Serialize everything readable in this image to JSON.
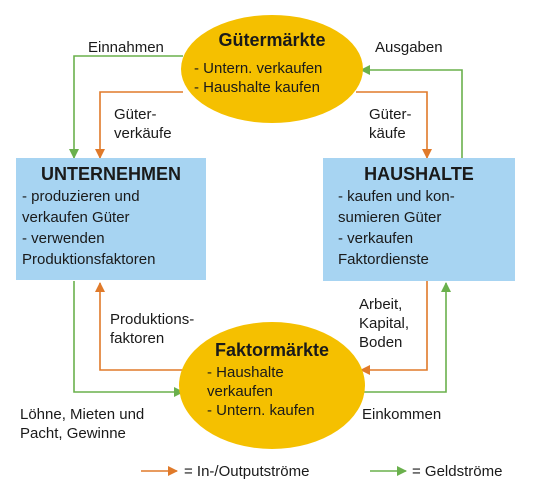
{
  "markets": {
    "goods": {
      "title": "Gütermärkte",
      "items": "- Untern. verkaufen\n- Haushalte kaufen"
    },
    "factor": {
      "title": "Faktormärkte",
      "items": "- Haushalte\n  verkaufen\n- Untern. kaufen"
    }
  },
  "actors": {
    "firms": {
      "title": "UNTERNEHMEN",
      "items": "- produzieren und\n  verkaufen Güter\n- verwenden\n  Produktionsfaktoren"
    },
    "households": {
      "title": "HAUSHALTE",
      "items": "- kaufen und kon-\n  sumieren Güter\n- verkaufen\n  Faktordienste"
    }
  },
  "flow_labels": {
    "revenue": "Einnahmen",
    "spending": "Ausgaben",
    "goods_sold": "Güter-\nverkäufe",
    "goods_bought": "Güter-\nkäufe",
    "factors_of_production": "Produktions-\nfaktoren",
    "labor_capital_land": "Arbeit,\nKapital,\nBoden",
    "wages_rents_profits": "Löhne, Mieten und\nPacht, Gewinne",
    "income": "Einkommen"
  },
  "legend": {
    "io_flows": "= In-/Outputströme",
    "money_flows": "= Geldströme"
  },
  "colors": {
    "io_arrow": "#e07a2a",
    "money_arrow": "#6ab04c",
    "market_fill": "#f5c000",
    "actor_fill": "#a7d4f2"
  }
}
